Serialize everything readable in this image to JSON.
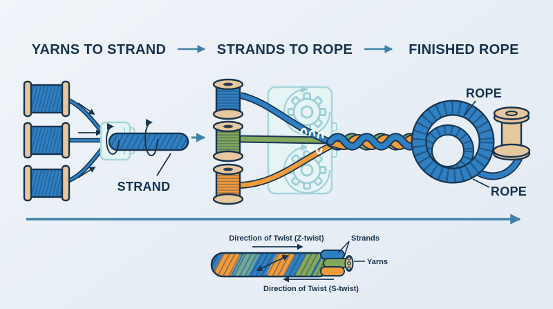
{
  "stages": [
    {
      "label": "YARNS TO STRAND"
    },
    {
      "label": "STRANDS TO ROPE"
    },
    {
      "label": "FINISHED ROPE"
    }
  ],
  "callouts": {
    "strand": "STRAND",
    "rope_top": "ROPE",
    "rope_bottom": "ROPE"
  },
  "legend": {
    "twist_z": "Direction of Twist (Z-twist)",
    "twist_s": "Direction of Twist (S-twist)",
    "strands": "Strands",
    "yarns": "Yarns"
  },
  "icons": {
    "stage_arrow": "right-arrow-icon",
    "process_arrow": "long-right-arrow-icon",
    "gear": "gear-icon",
    "rotation": "rotation-arrow-icon"
  },
  "colors": {
    "background": "#e9eff6",
    "title_navy": "#16324f",
    "outline_navy": "#17344f",
    "arrow_steel_blue": "#4181a8",
    "yarn_blue": "#2f7fc3",
    "yarn_green": "#82a75d",
    "yarn_orange": "#f29b3d",
    "yarn_teal": "#6fa8a0",
    "spool_tan": "#e7c79d",
    "machine_fill": "#e7f4f6",
    "machine_stroke": "#a5d6db"
  }
}
